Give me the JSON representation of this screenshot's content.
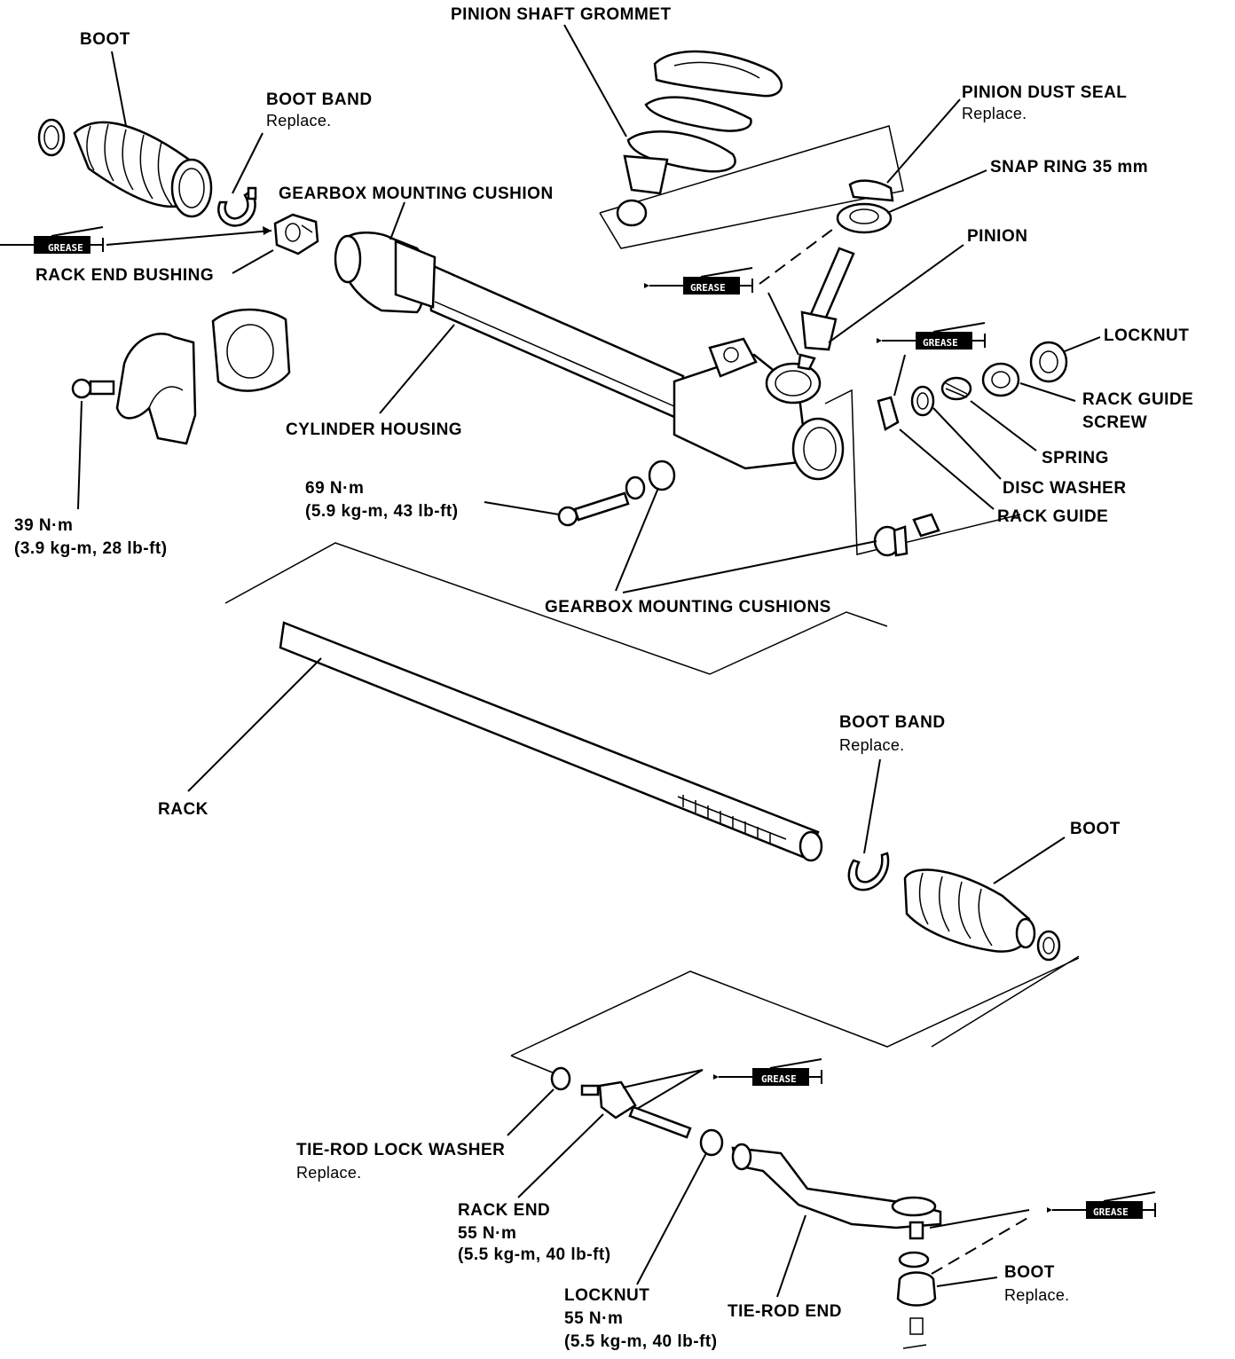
{
  "labels": {
    "pinion_shaft_grommet": "PINION SHAFT GROMMET",
    "boot_top": "BOOT",
    "boot_band_top": "BOOT BAND",
    "boot_band_top_note": "Replace.",
    "gearbox_mounting_cushion": "GEARBOX MOUNTING CUSHION",
    "rack_end_bushing": "RACK END BUSHING",
    "pinion_dust_seal": "PINION DUST SEAL",
    "pinion_dust_seal_note": "Replace.",
    "snap_ring": "SNAP RING 35 mm",
    "pinion": "PINION",
    "locknut_top": "LOCKNUT",
    "rack_guide_screw_1": "RACK GUIDE",
    "rack_guide_screw_2": "SCREW",
    "spring": "SPRING",
    "disc_washer": "DISC WASHER",
    "rack_guide": "RACK GUIDE",
    "cylinder_housing": "CYLINDER HOUSING",
    "torque_69_1": "69 N·m",
    "torque_69_2": "(5.9 kg-m, 43 lb-ft)",
    "torque_39_1": "39 N·m",
    "torque_39_2": "(3.9 kg-m, 28 lb-ft)",
    "gearbox_mounting_cushions": "GEARBOX MOUNTING CUSHIONS",
    "rack": "RACK",
    "boot_band_bottom": "BOOT BAND",
    "boot_band_bottom_note": "Replace.",
    "boot_bottom": "BOOT",
    "tie_rod_lock_washer": "TIE-ROD LOCK WASHER",
    "tie_rod_lock_washer_note": "Replace.",
    "rack_end": "RACK END",
    "rack_end_torque_1": "55 N·m",
    "rack_end_torque_2": "(5.5 kg-m, 40 lb-ft)",
    "locknut_bottom": "LOCKNUT",
    "locknut_bottom_torque_1": "55 N·m",
    "locknut_bottom_torque_2": "(5.5 kg-m, 40 lb-ft)",
    "tie_rod_end": "TIE-ROD END",
    "boot_tie_rod": "BOOT",
    "boot_tie_rod_note": "Replace."
  },
  "grease_tag": "GREASE"
}
